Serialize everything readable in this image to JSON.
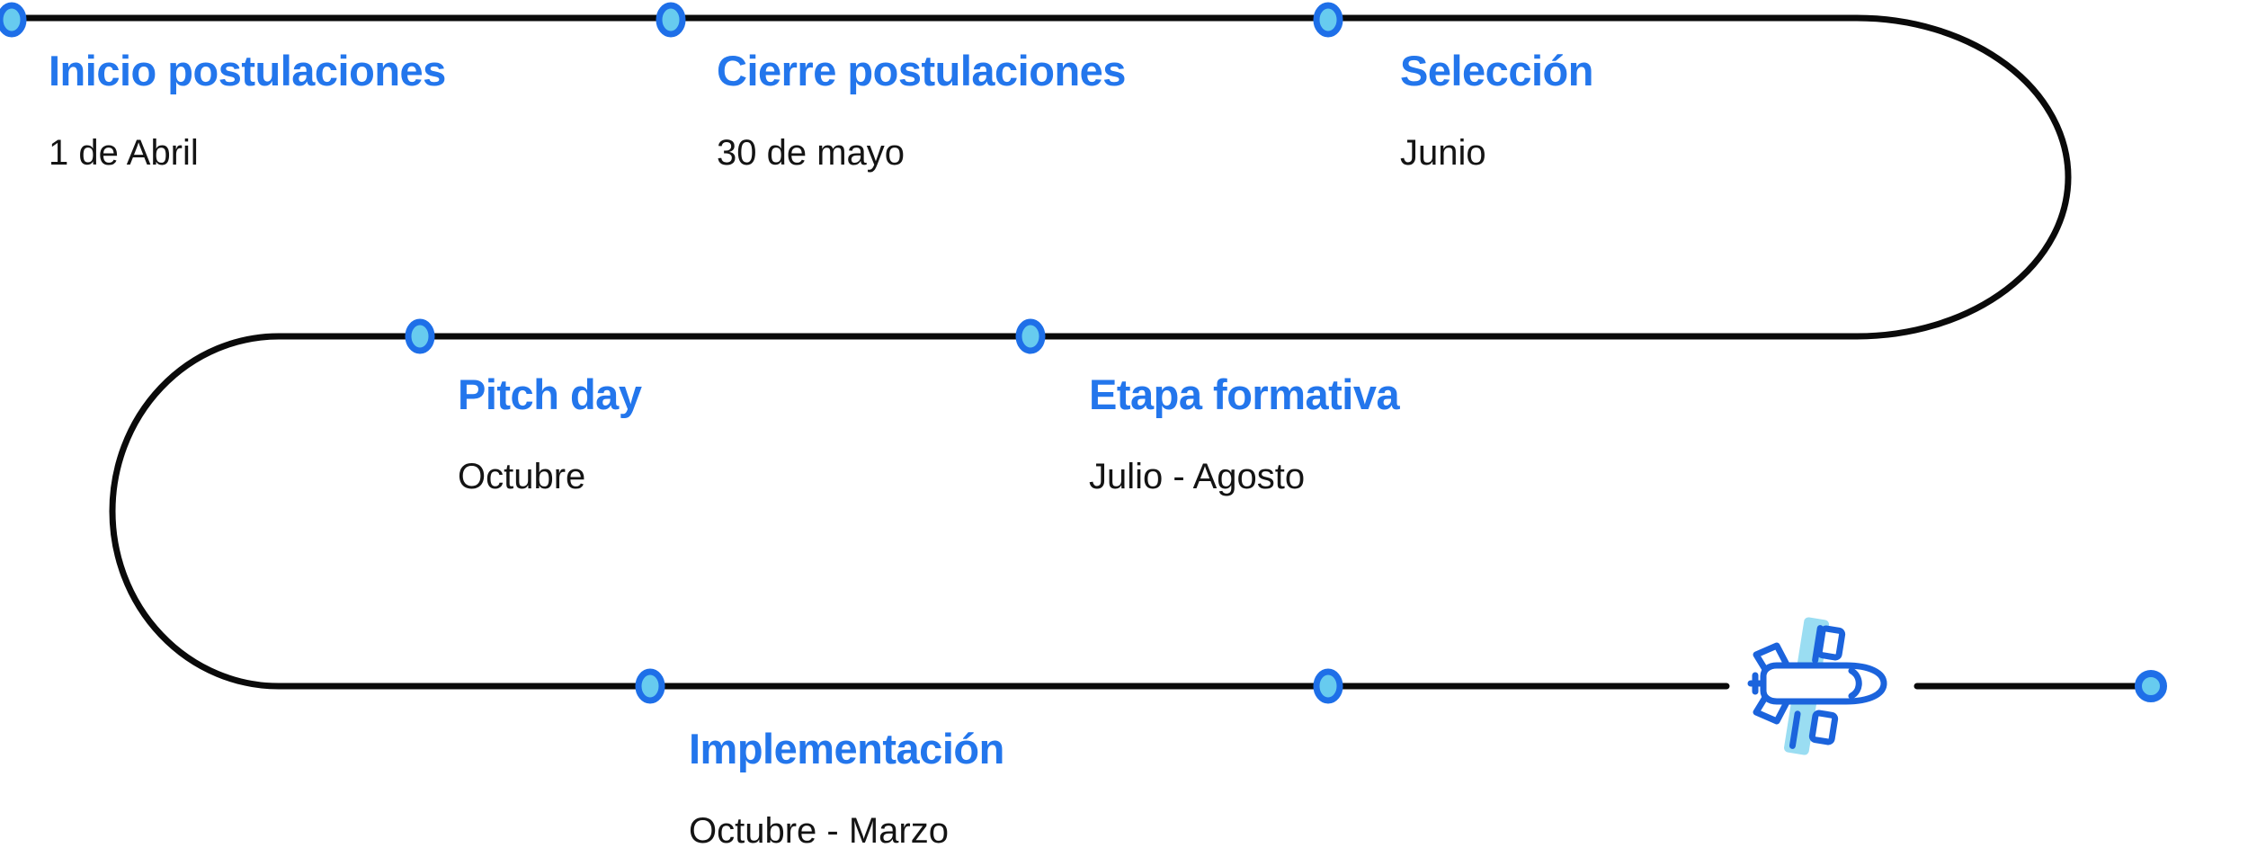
{
  "diagram": {
    "type": "timeline",
    "milestones": [
      {
        "title": "Inicio postulaciones",
        "date": "1 de Abril"
      },
      {
        "title": "Cierre postulaciones",
        "date": "30 de mayo"
      },
      {
        "title": "Selección",
        "date": "Junio"
      },
      {
        "title": "Pitch day",
        "date": "Octubre"
      },
      {
        "title": "Etapa formativa",
        "date": "Julio - Agosto"
      },
      {
        "title": "Implementación",
        "date": "Octubre - Marzo"
      }
    ],
    "icons": {
      "milestone_marker": "milestone-dot-icon",
      "end_marker": "airplane-icon"
    },
    "colors": {
      "background": "#FFFFFF",
      "title_blue": "#2376EC",
      "date_black": "#141414",
      "path_black": "#0A0A0A",
      "dot_ring_blue": "#1E6FE8",
      "dot_fill_cyan": "#67CBEF",
      "plane_outline_blue": "#1B63DC",
      "plane_band_cyan": "#9ADDF2"
    }
  }
}
